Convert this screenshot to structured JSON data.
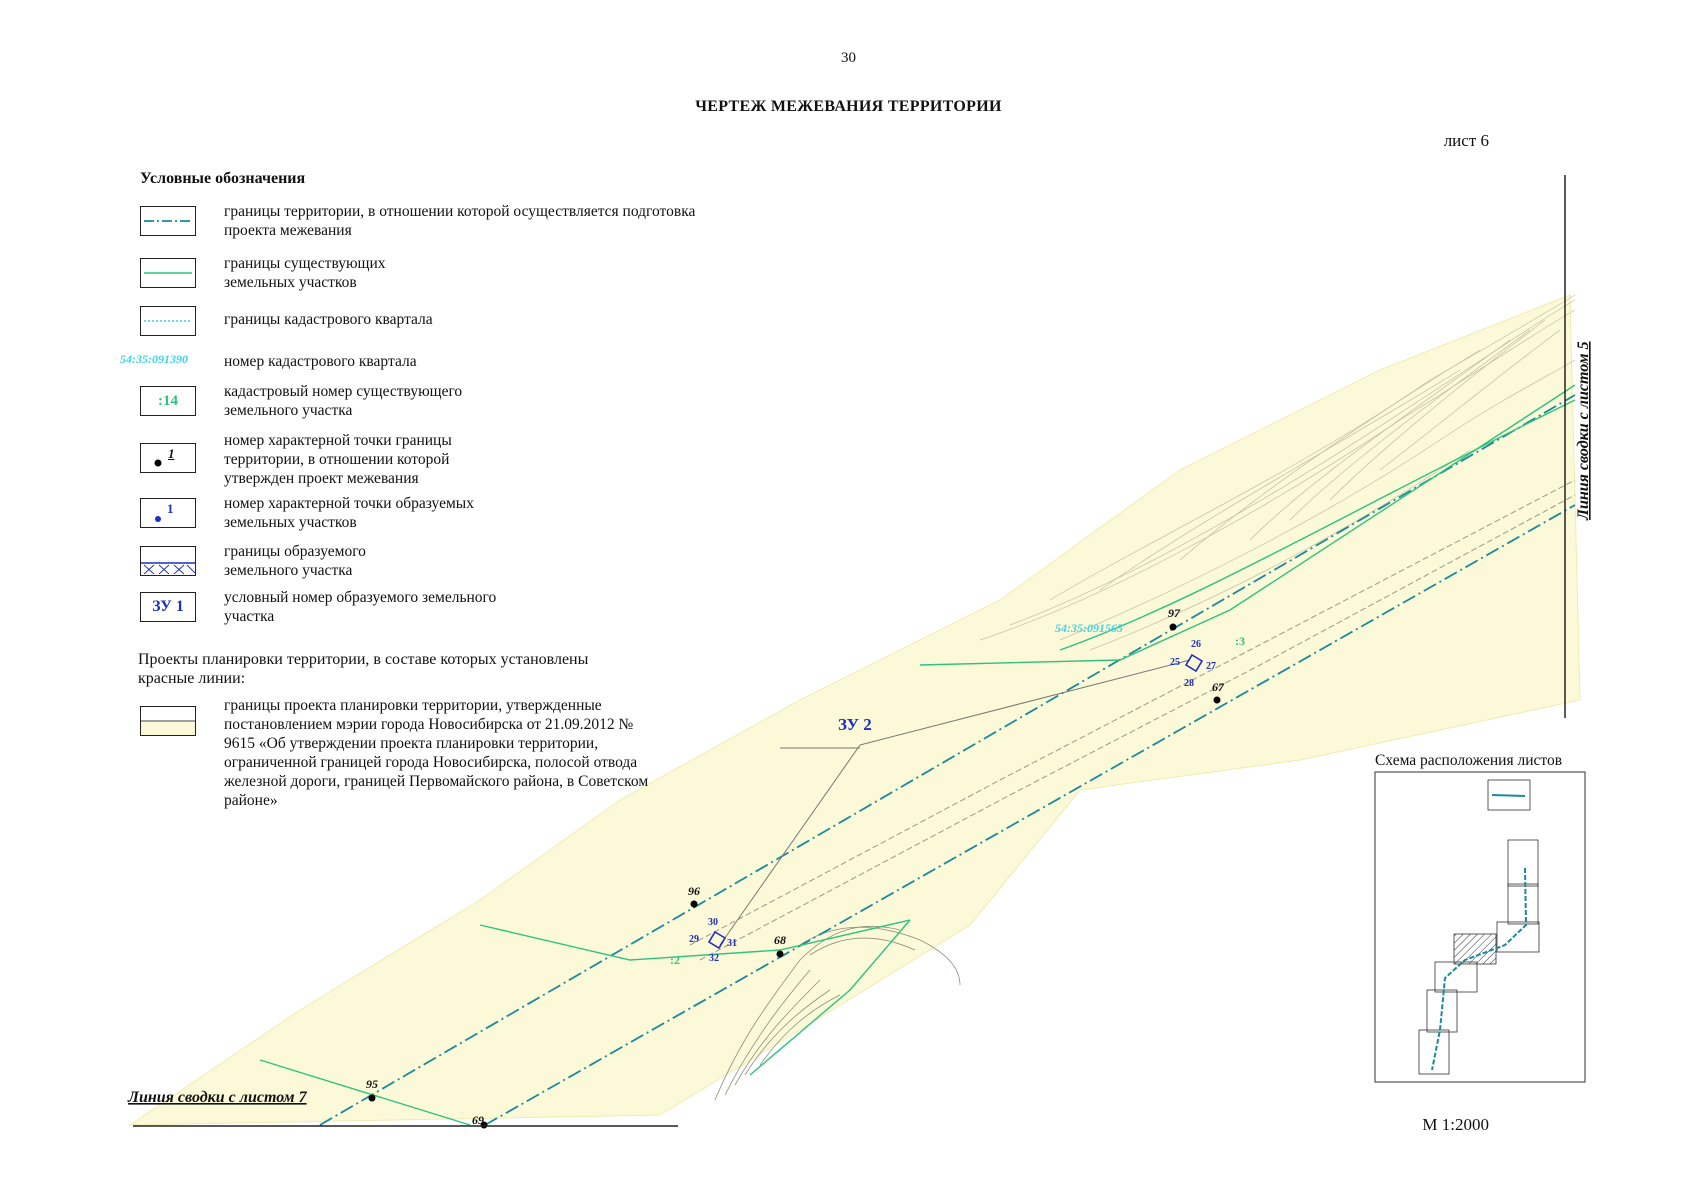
{
  "page": {
    "number": "30",
    "title": "ЧЕРТЕЖ МЕЖЕВАНИЯ ТЕРРИТОРИИ",
    "sheet": "лист 6",
    "scale": "М 1:2000"
  },
  "legend": {
    "title": "Условные обозначения",
    "items": [
      {
        "symbol": "dash-dot-boundary-line",
        "text": "границы территории, в отношении которой осуществляется подготовка проекта межевания"
      },
      {
        "symbol": "green-line",
        "text": "границы существующих земельных участков"
      },
      {
        "symbol": "cyan-dotted-line",
        "text": "границы кадастрового квартала"
      },
      {
        "symbol": "cadastral-quarter-label",
        "sample": "54:35:091390",
        "text": "номер кадастрового квартала"
      },
      {
        "symbol": "parcel-number-box",
        "sample": ":14",
        "text": "кадастровый номер существующего земельного участка"
      },
      {
        "symbol": "black-point-box",
        "sample": "1",
        "text": "номер характерной точки границы территории, в отношении которой утвержден проект межевания"
      },
      {
        "symbol": "blue-point-box",
        "sample": "1",
        "text": "номер характерной точки образуемых земельных участков"
      },
      {
        "symbol": "hatched-box",
        "text": "границы образуемого земельного участка"
      },
      {
        "symbol": "zu-label-box",
        "sample": "ЗУ 1",
        "text": "условный номер образуемого земельного участка"
      }
    ]
  },
  "plans": {
    "title": "Проекты планировки территории, в составе которых установлены красные линии:",
    "item_text": "границы проекта планировки территории, утвержденные постановлением мэрии города Новосибирска от 21.09.2012 № 9615 «Об утверждении проекта планировки территории, ограниченной границей города Новосибирска, полосой отвода железной дороги, границей Первомайского района, в Советском районе»"
  },
  "map": {
    "zu_label": "ЗУ 2",
    "quarter_label": "54:35:091565",
    "parcel_labels": [
      ":3",
      ":2"
    ],
    "boundary_points": [
      "97",
      "67",
      "96",
      "68",
      "95",
      "69"
    ],
    "parcel_points": [
      "26",
      "25",
      "27",
      "28",
      "30",
      "29",
      "31",
      "32"
    ],
    "junction_right": "Линия сводки с листом 5",
    "junction_left": "Линия сводки с листом 7"
  },
  "scheme": {
    "title": "Схема расположения листов"
  },
  "colors": {
    "boundary": "#1a8a9a",
    "parcel": "#2ec27e",
    "quarter": "#3fd3e6",
    "points": "#1f2fbf",
    "plan_fill": "#fbf9d8"
  }
}
